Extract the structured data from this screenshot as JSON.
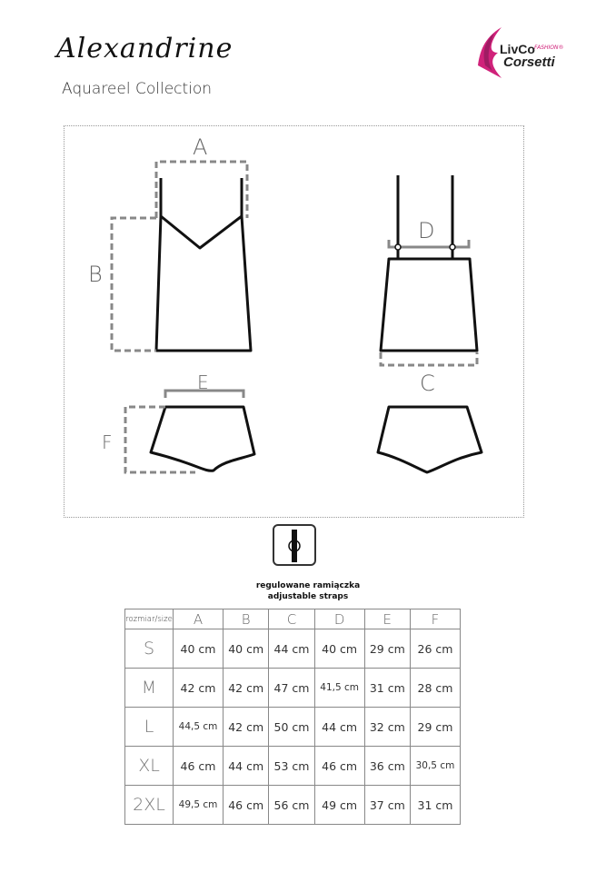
{
  "header": {
    "title": "Alexandrine",
    "subtitle": "Aquareel Collection"
  },
  "logo": {
    "line1": "LivCo",
    "line2": "Corsetti",
    "tag": "FASHION®",
    "color": "#d0227a"
  },
  "diagram": {
    "labels": {
      "A": "A",
      "B": "B",
      "C": "C",
      "D": "D",
      "E": "E",
      "F": "F"
    }
  },
  "feature": {
    "icon": "adjustable-strap-icon",
    "label_pl": "regulowane ramiączka",
    "label_en": "adjustable straps"
  },
  "size_table": {
    "corner": "rozmiar/size",
    "columns": [
      "A",
      "B",
      "C",
      "D",
      "E",
      "F"
    ],
    "rows": [
      {
        "size": "S",
        "values": [
          "40 cm",
          "40 cm",
          "44 cm",
          "40 cm",
          "29 cm",
          "26 cm"
        ]
      },
      {
        "size": "M",
        "values": [
          "42 cm",
          "42 cm",
          "47 cm",
          "41,5 cm",
          "31 cm",
          "28 cm"
        ]
      },
      {
        "size": "L",
        "values": [
          "44,5 cm",
          "42 cm",
          "50 cm",
          "44 cm",
          "32 cm",
          "29 cm"
        ]
      },
      {
        "size": "XL",
        "values": [
          "46 cm",
          "44 cm",
          "53 cm",
          "46 cm",
          "36 cm",
          "30,5 cm"
        ]
      },
      {
        "size": "2XL",
        "values": [
          "49,5 cm",
          "46 cm",
          "56 cm",
          "49 cm",
          "37 cm",
          "31 cm"
        ]
      }
    ]
  }
}
